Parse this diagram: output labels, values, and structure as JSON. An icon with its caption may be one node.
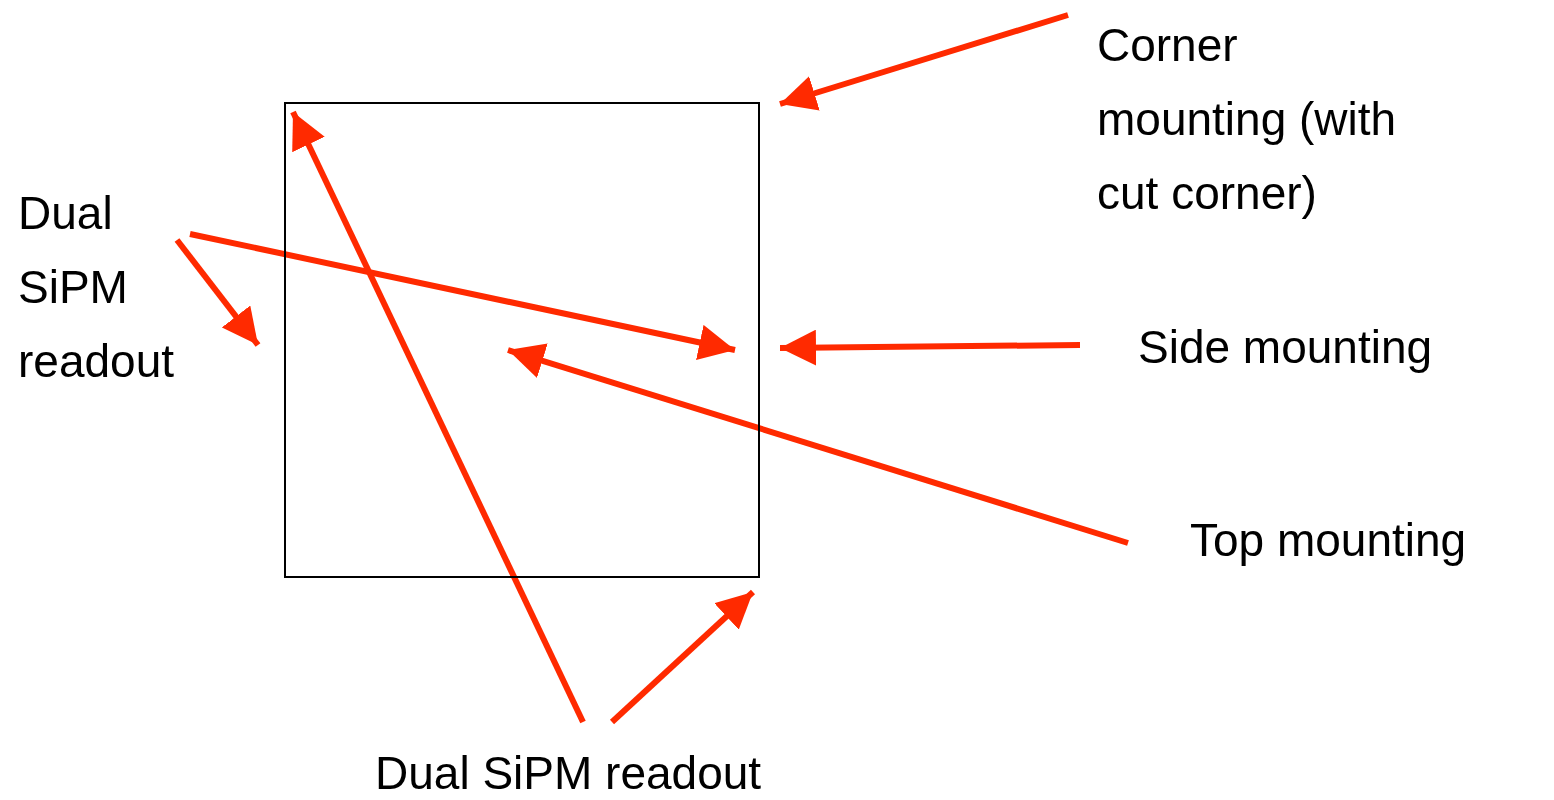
{
  "diagram": {
    "nodes": [
      {
        "text": [],
        "shape": "box"
      },
      {
        "text": [
          "Corner mounting (with cut corner)"
        ]
      },
      {
        "text": [
          "Dual SiPM readout"
        ]
      },
      {
        "text": [
          "Side mounting"
        ]
      },
      {
        "text": [
          "Top mounting"
        ]
      },
      {
        "text": [
          "Dual SiPM readout"
        ]
      }
    ],
    "edges": [
      {
        "from": 1,
        "to": 0,
        "arrow": "to"
      },
      {
        "from": 2,
        "to": 0,
        "arrow": "to"
      },
      {
        "from": 2,
        "to": 0,
        "arrow": "to"
      },
      {
        "from": 3,
        "to": 0,
        "arrow": "to"
      },
      {
        "from": 4,
        "to": 0,
        "arrow": "to"
      },
      {
        "from": 5,
        "to": 0,
        "arrow": "to"
      },
      {
        "from": 5,
        "to": 0,
        "arrow": "to"
      }
    ]
  }
}
